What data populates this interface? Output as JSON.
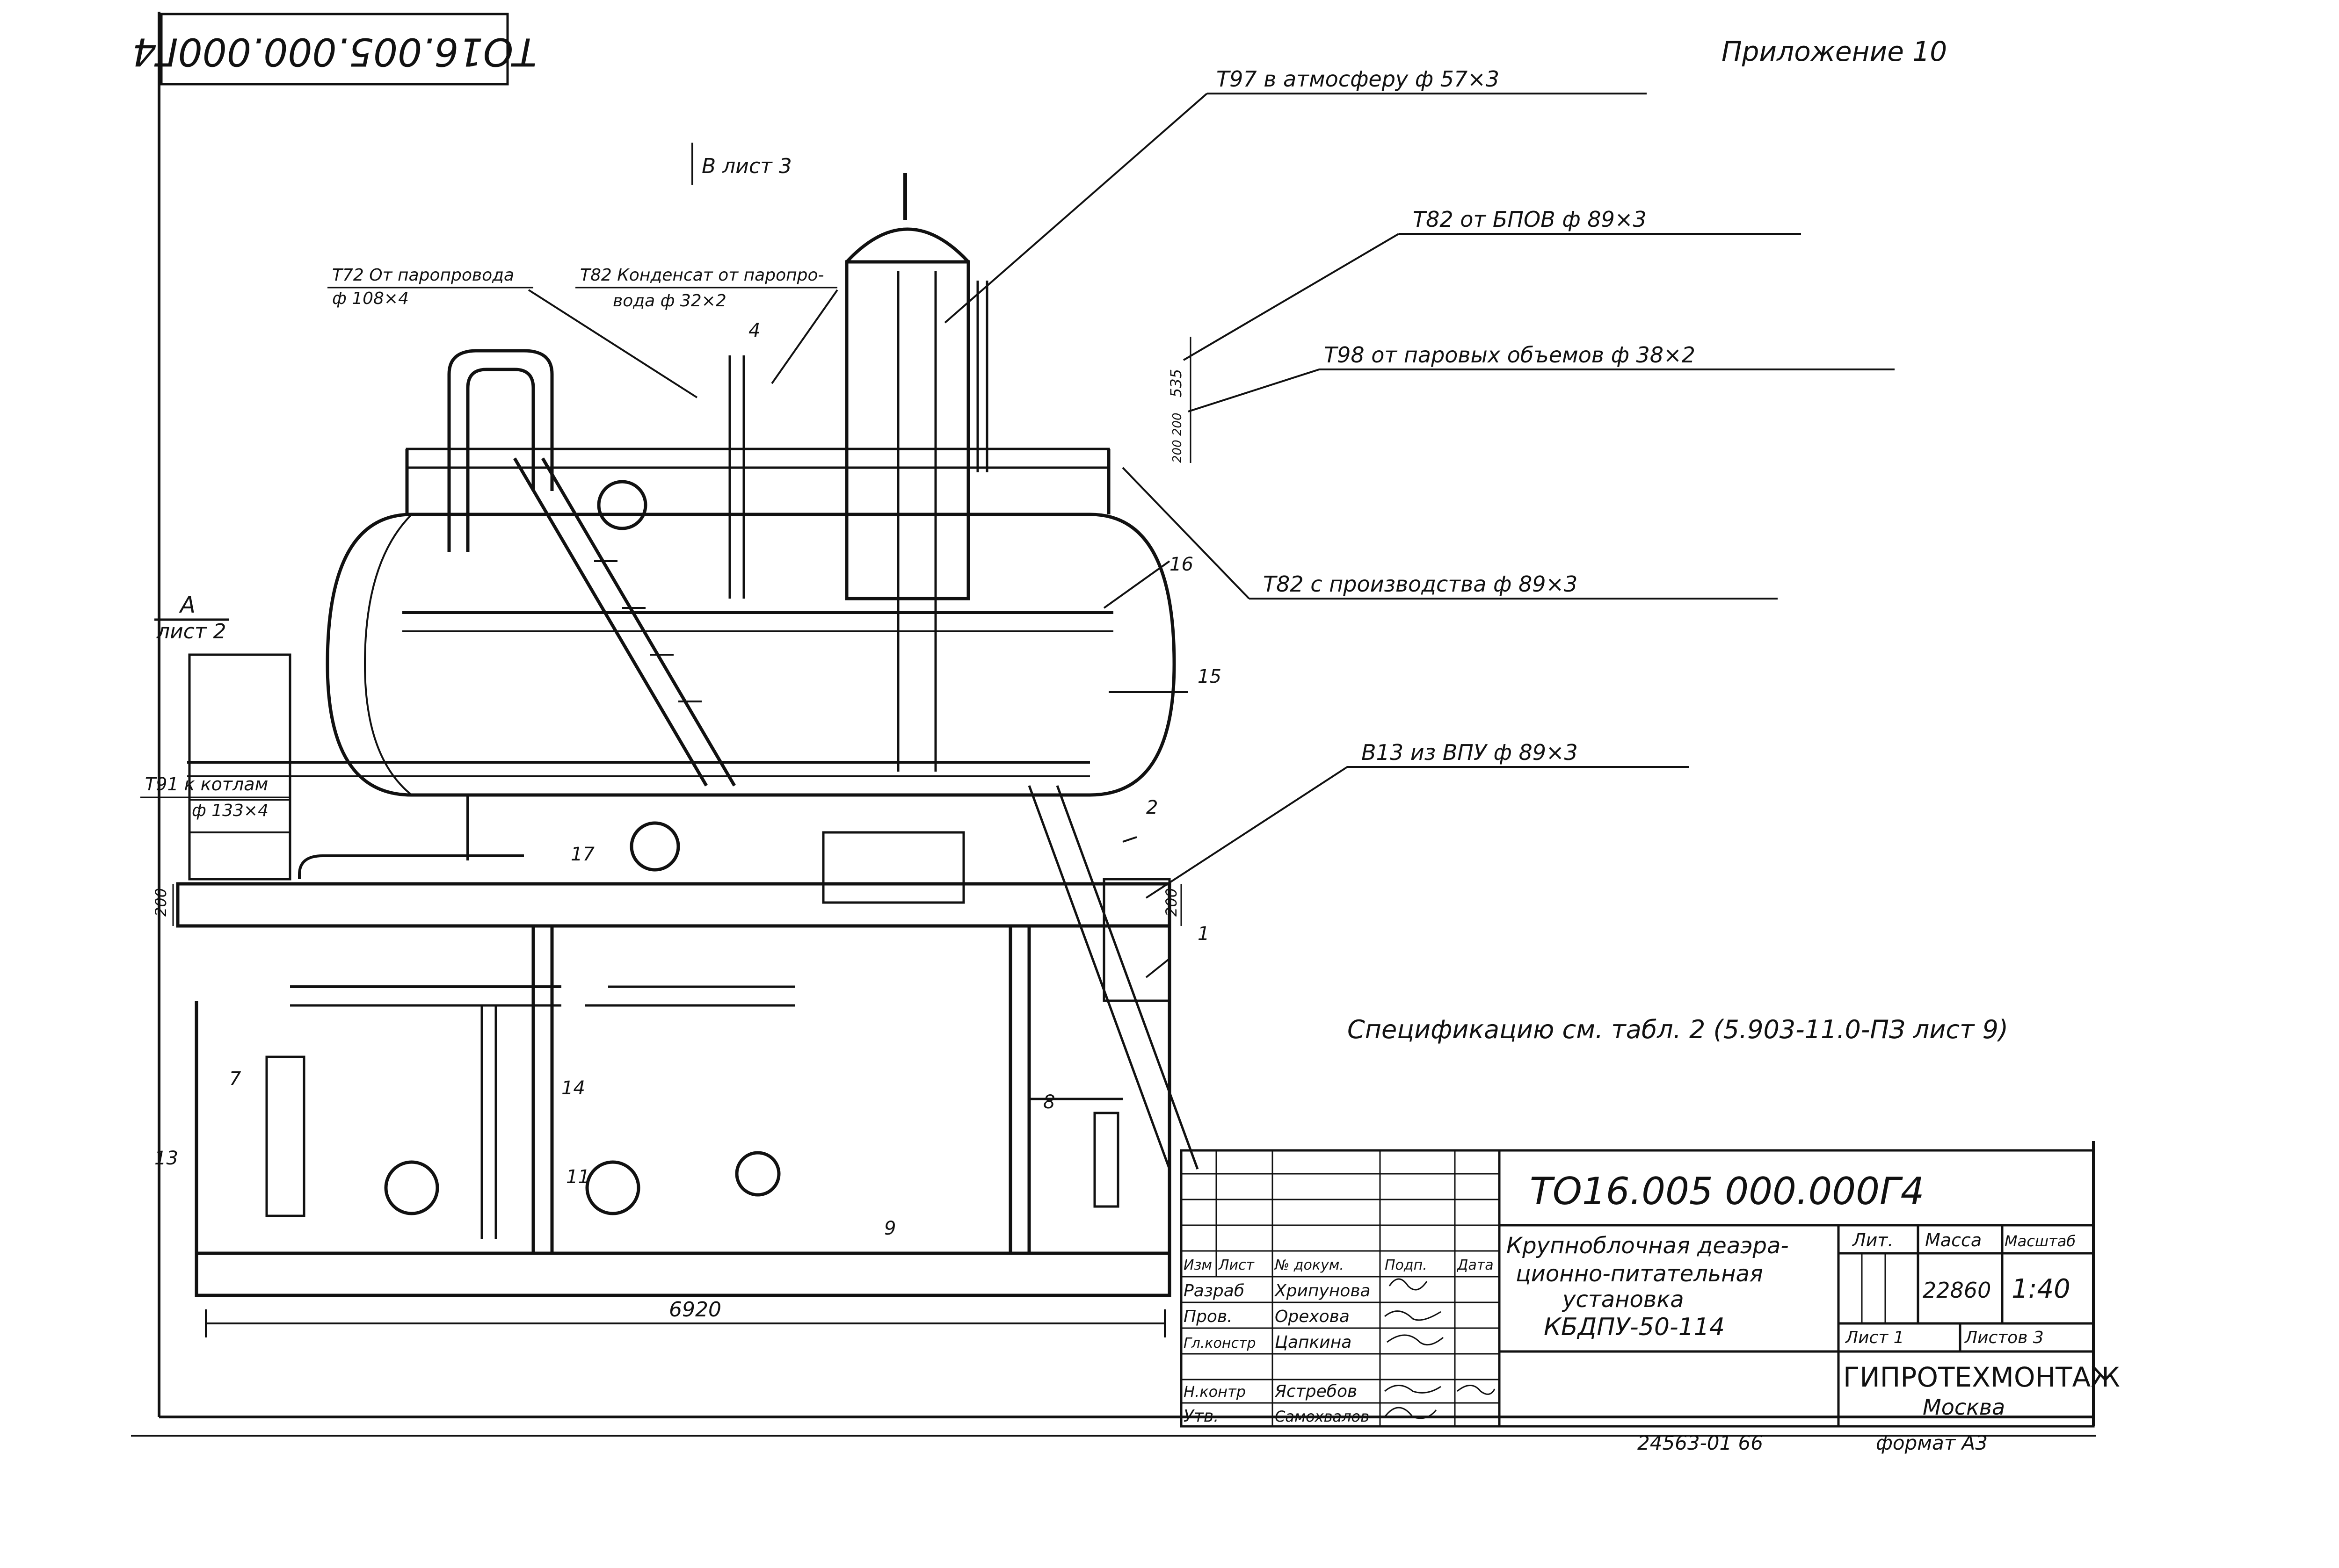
{
  "drawing": {
    "code_rotated": "ТО16.005.000.000Г4",
    "appendix": "Приложение 10",
    "view_ref": "В лист 3",
    "section_mark": {
      "letter": "А",
      "sheet": "лист 2"
    },
    "dimension_width": "6920",
    "dimension_200_left": "200",
    "dimension_200_right": "200",
    "dimension_535": "535",
    "dimension_200_stack": "200 200",
    "specification_note": "Спецификацию см. табл. 2 (5.903-11.0-ПЗ лист 9)"
  },
  "callouts": [
    {
      "label": "Т97 в атмосферу  ф 57×3"
    },
    {
      "label": "Т82 от БПОВ  ф 89×3"
    },
    {
      "label": "Т98 от паровых объемов  ф 38×2"
    },
    {
      "label": "Т82 с производства  ф 89×3"
    },
    {
      "label": "В13 из ВПУ  ф 89×3"
    },
    {
      "label": "Т72 От паропровода",
      "sub": "ф 108×4"
    },
    {
      "label": "Т82 Конденсат от паропро-",
      "sub": "вода  ф 32×2"
    },
    {
      "label": "Т91 к котлам",
      "sub": "ф 133×4"
    }
  ],
  "positions": [
    "1",
    "2",
    "4",
    "7",
    "8",
    "9",
    "11",
    "13",
    "14",
    "15",
    "16",
    "17"
  ],
  "title_block": {
    "code": "ТО16.005 000.000Г4",
    "title_lines": [
      "Крупноблочная деаэра-",
      "ционно-питательная",
      "установка",
      "КБДПУ-50-114"
    ],
    "header_labels": [
      "Изм",
      "Лист",
      "№ докум.",
      "Подп.",
      "Дата"
    ],
    "rows": [
      {
        "role": "Разраб",
        "name": "Хрипунова"
      },
      {
        "role": "Пров.",
        "name": "Орехова"
      },
      {
        "role": "Гл.констр",
        "name": "Цапкина"
      },
      {
        "role": "Н.контр",
        "name": "Ястребов"
      },
      {
        "role": "Утв.",
        "name": "Самохвалов"
      }
    ],
    "lit_label": "Лит.",
    "mass_label": "Масса",
    "scale_label": "Масштаб",
    "mass": "22860",
    "scale": "1:40",
    "sheet_label": "Лист 1",
    "sheets_label": "Листов 3",
    "org": "ГИПРОТЕХМОНТАЖ",
    "city": "Москва"
  },
  "footer": {
    "doc_number": "24563-01  66",
    "format": "формат А3"
  }
}
